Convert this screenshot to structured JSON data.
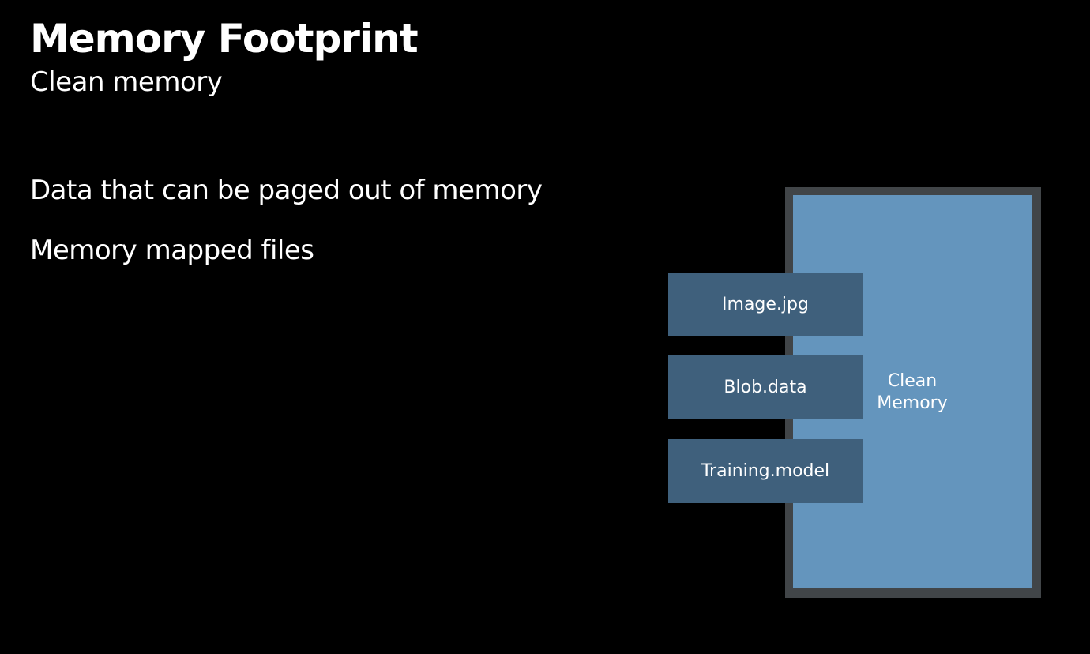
{
  "slide": {
    "title": "Memory Footprint",
    "subtitle": "Clean memory",
    "bullets": [
      "Data that can be paged out of memory",
      "Memory mapped files"
    ]
  },
  "diagram": {
    "memory_label": "Clean\nMemory",
    "files": [
      "Image.jpg",
      "Blob.data",
      "Training.model"
    ],
    "colors": {
      "background": "#000000",
      "memory_frame": "#414548",
      "memory_fill": "#6495bd",
      "file_fill": "#3f607c",
      "text": "#ffffff"
    }
  }
}
